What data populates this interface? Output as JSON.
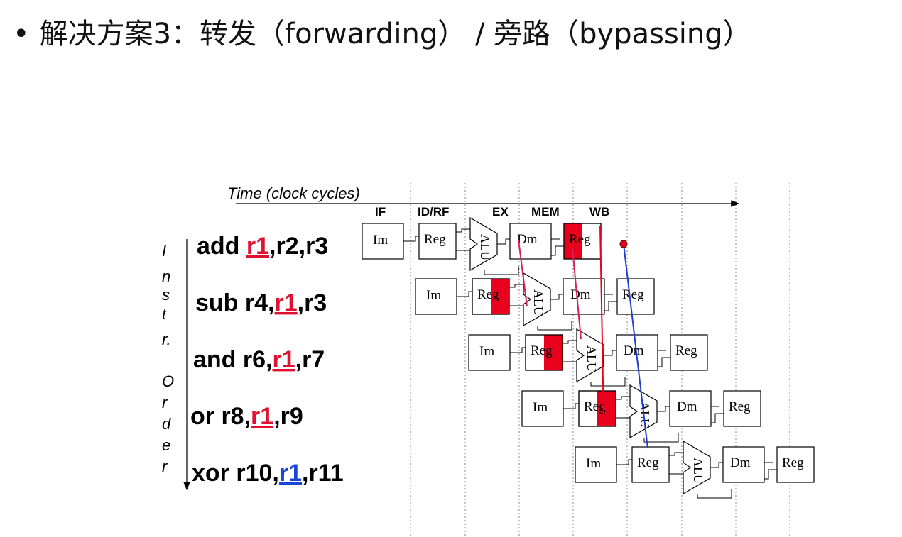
{
  "heading": {
    "bullet": "•",
    "text": "解决方案3：转发（forwarding） / 旁路（bypassing）"
  },
  "diagram": {
    "time_label": "Time (clock cycles)",
    "stages": [
      "IF",
      "ID/RF",
      "EX",
      "MEM",
      "WB"
    ],
    "order_label": [
      "I",
      "n",
      "s",
      "t",
      "r.",
      "",
      "O",
      "r",
      "d",
      "e",
      "r"
    ],
    "unit_labels": {
      "im": "Im",
      "reg": "Reg",
      "alu": "ALU",
      "dm": "Dm"
    },
    "instructions": [
      {
        "op": "add ",
        "dest_pre": "",
        "r1": "r1",
        "post": ",r2,r3",
        "r1_color": "red"
      },
      {
        "op": "sub ",
        "dest_pre": "r4,",
        "r1": "r1",
        "post": ",r3",
        "r1_color": "red"
      },
      {
        "op": "and ",
        "dest_pre": "r6,",
        "r1": "r1",
        "post": ",r7",
        "r1_color": "red"
      },
      {
        "op": "or   ",
        "dest_pre": "r8,",
        "r1": "r1",
        "post": ",r9",
        "r1_color": "red"
      },
      {
        "op": "xor ",
        "dest_pre": "r10,",
        "r1": "r1",
        "post": ",r11",
        "r1_color": "blue"
      }
    ],
    "colors": {
      "hazard_red": "#e8001c",
      "forward_pink": "#d6205c",
      "bypass_blue": "#1f3fd0",
      "r1_red": "#e01030",
      "r1_blue": "#1a44d8"
    }
  }
}
